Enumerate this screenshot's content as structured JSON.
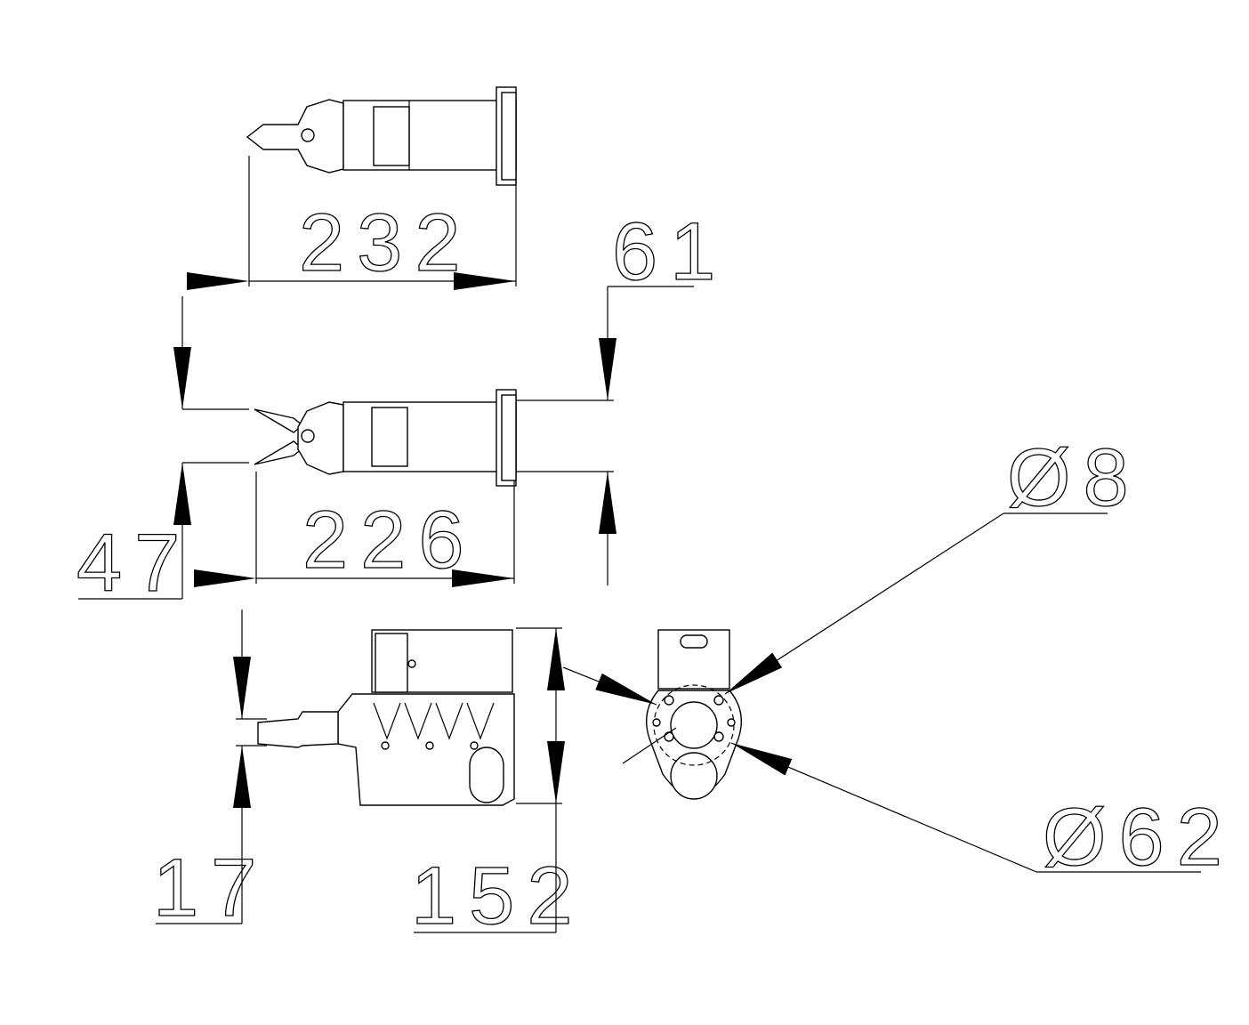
{
  "drawing": {
    "dimensions": {
      "top_length": "232",
      "mid_length": "226",
      "height_61": "61",
      "jaw_opening": "47",
      "side_jaw": "17",
      "side_height": "152",
      "hole_dia": "Ø8",
      "bolt_circle": "Ø62"
    },
    "colors": {
      "line": "#000000",
      "background": "#ffffff"
    }
  }
}
